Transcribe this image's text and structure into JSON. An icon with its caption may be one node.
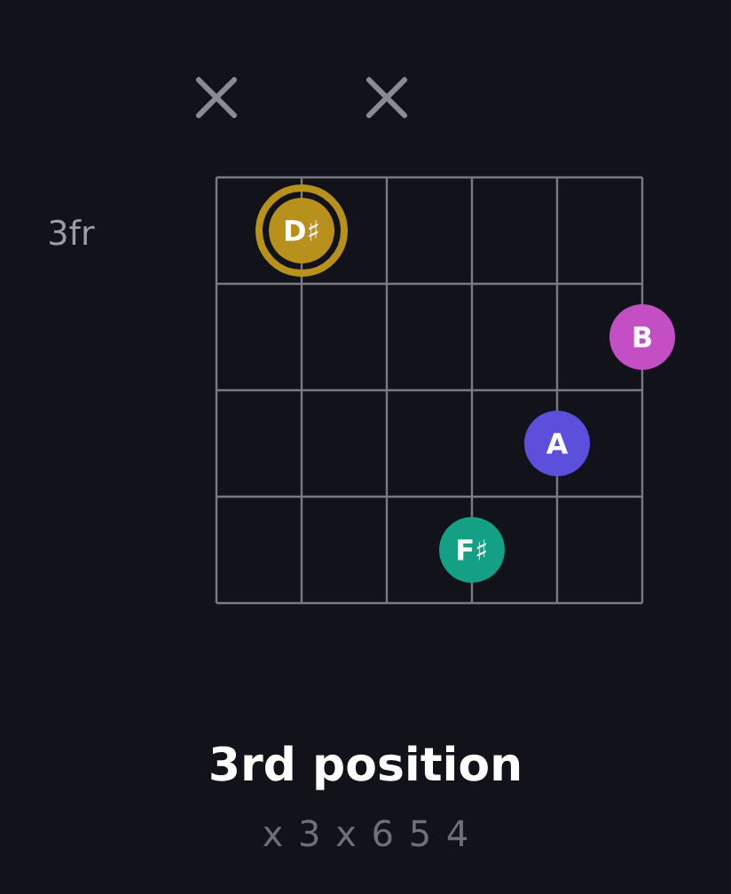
{
  "diagram": {
    "title": "3rd position",
    "caption": "x 3 x 6 5 4",
    "nodes": [
      {
        "text": [
          "D♯"
        ]
      },
      {
        "text": [
          "B"
        ]
      },
      {
        "text": [
          "A"
        ]
      },
      {
        "text": [
          "F♯"
        ]
      }
    ],
    "labels": [
      "3fr"
    ]
  }
}
